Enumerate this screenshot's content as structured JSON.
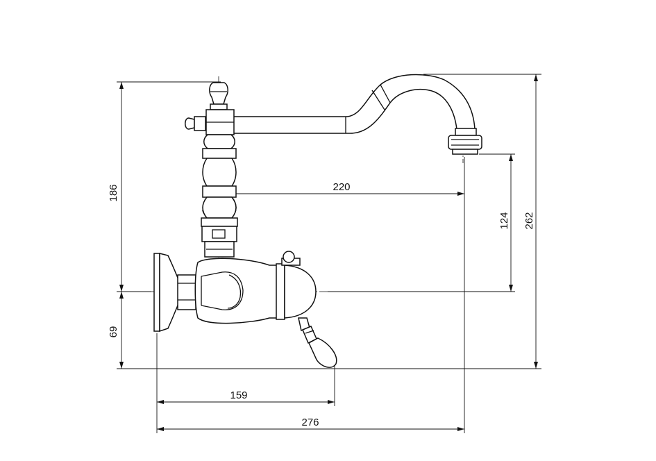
{
  "dimensions": {
    "top_height": "186",
    "bottom_height": "69",
    "spout_reach": "220",
    "outlet_height": "124",
    "total_height": "262",
    "handle_width": "159",
    "total_width": "276"
  }
}
